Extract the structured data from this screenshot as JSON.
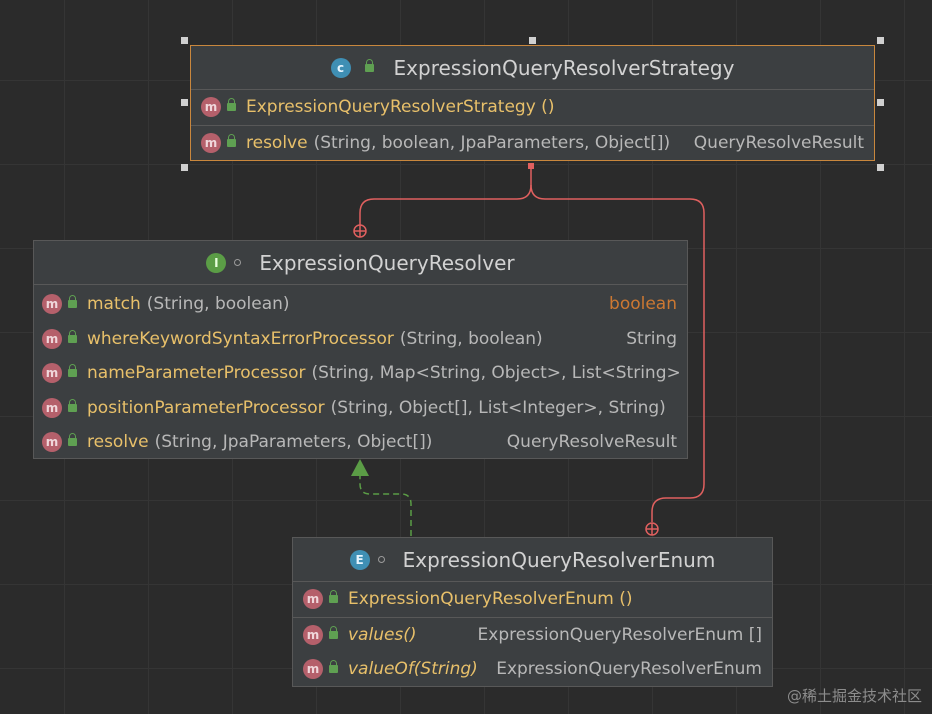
{
  "strategy": {
    "title": "ExpressionQueryResolverStrategy",
    "constructor": "ExpressionQueryResolverStrategy ()",
    "method_name": "resolve",
    "method_params": "(String, boolean, JpaParameters, Object[])",
    "method_return": "QueryResolveResult"
  },
  "resolver": {
    "title": "ExpressionQueryResolver",
    "methods": [
      {
        "name": "match",
        "params": "(String, boolean)",
        "ret": "boolean"
      },
      {
        "name": "whereKeywordSyntaxErrorProcessor",
        "params": "(String, boolean)",
        "ret": "String"
      },
      {
        "name": "nameParameterProcessor",
        "params": "(String, Map<String, Object>, List<String>",
        "ret": ""
      },
      {
        "name": "positionParameterProcessor",
        "params": "(String, Object[], List<Integer>, String)",
        "ret": ""
      },
      {
        "name": "resolve",
        "params": "(String, JpaParameters, Object[])",
        "ret": "QueryResolveResult"
      }
    ]
  },
  "enum_box": {
    "title": "ExpressionQueryResolverEnum",
    "constructor": "ExpressionQueryResolverEnum ()",
    "methods": [
      {
        "name": "values()",
        "ret": "ExpressionQueryResolverEnum []"
      },
      {
        "name": "valueOf(String)",
        "ret": "ExpressionQueryResolverEnum"
      }
    ]
  },
  "icons": {
    "method": "m",
    "class": "c",
    "interface": "I",
    "enum": "E"
  },
  "colors": {
    "background": "#2b2b2b",
    "box": "#3c3f41",
    "selected_border": "#c9873d",
    "connector": "#e0605f",
    "realization": "#5b9d46",
    "keyword": "#cc7832",
    "method_name": "#e8c06a"
  },
  "watermark": "@稀土掘金技术社区"
}
